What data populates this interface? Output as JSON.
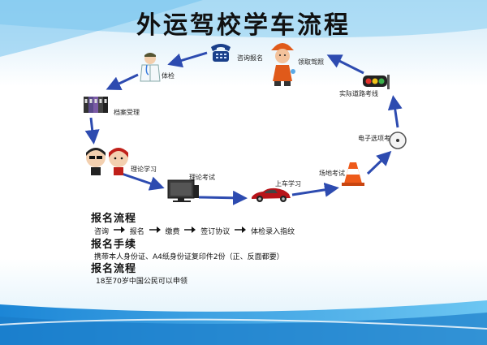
{
  "title": "外运驾校学车流程",
  "steps": {
    "consult": "咨询报名",
    "license": "领取驾照",
    "physical": "体检",
    "archive": "档案受理",
    "road_test": "实际道路考线",
    "e_exam": "电子选项考",
    "theory_study": "理论学习",
    "theory_exam": "理论考试",
    "car_study": "上车学习",
    "field_exam": "场地考试"
  },
  "sections": {
    "process_title": "报名流程",
    "process_flow": [
      "咨询",
      "报名",
      "缴费",
      "签订协议",
      "体检录入指纹"
    ],
    "procedure_title": "报名手续",
    "procedure_text": "携带本人身份证、A4纸身份证复印件2份（正、反面都要）",
    "eligibility_title": "报名流程",
    "eligibility_text": "18至70岁中国公民可以申领"
  },
  "colors": {
    "arrow": "#2d4bb0",
    "bg_light": "#ffffff",
    "bg_blue": "#3aa6e6"
  }
}
